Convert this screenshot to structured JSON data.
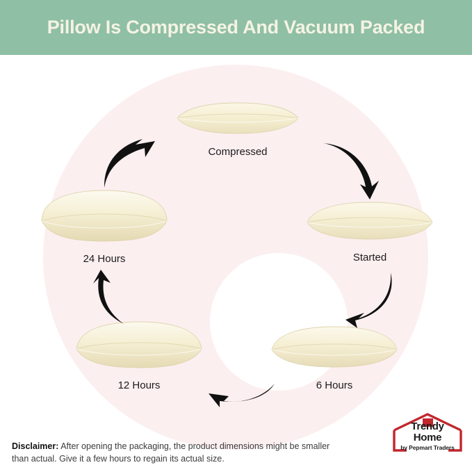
{
  "header": {
    "title": "Pillow Is Compressed And Vacuum Packed",
    "background_color": "#8fbfa5",
    "text_color": "#f5f3e4"
  },
  "diagram": {
    "ring_color": "#fceff0",
    "hole_color": "#ffffff",
    "pillow_color": "#f5eed3",
    "arrow_color": "#111111",
    "nodes": [
      {
        "label": "Compressed",
        "position": "top",
        "loft": "flattest"
      },
      {
        "label": "Started",
        "position": "right",
        "loft": "slight"
      },
      {
        "label": "6 Hours",
        "position": "bottom-right",
        "loft": "medium"
      },
      {
        "label": "12 Hours",
        "position": "bottom-left",
        "loft": "fuller"
      },
      {
        "label": "24 Hours",
        "position": "left",
        "loft": "fullest"
      }
    ],
    "arrows": [
      {
        "name": "compressed-to-started",
        "direction": "down-right"
      },
      {
        "name": "started-to-6-hours",
        "direction": "down-left"
      },
      {
        "name": "6-hours-to-12-hours",
        "direction": "left"
      },
      {
        "name": "12-hours-to-24-hours",
        "direction": "up"
      },
      {
        "name": "24-hours-to-compressed",
        "direction": "up-right"
      }
    ]
  },
  "disclaimer": {
    "label": "Disclaimer:",
    "text": " After opening the packaging, the product dimensions might be smaller than actual. Give it a few hours to regain its actual size."
  },
  "brand": {
    "line1": "Trendy",
    "line2": "Home",
    "sub": "by Pepmart Traders",
    "accent_color": "#c1272d"
  }
}
